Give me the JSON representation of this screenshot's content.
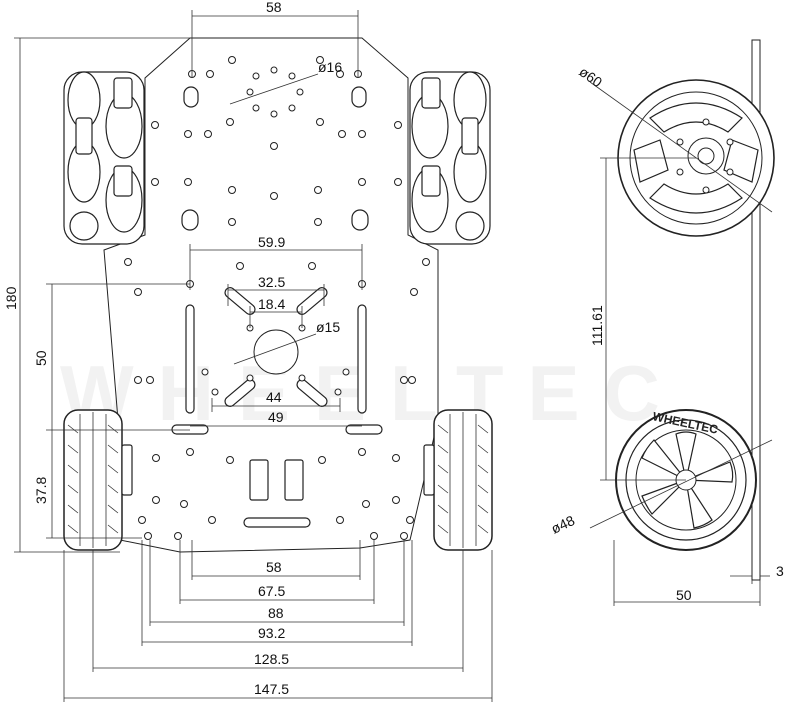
{
  "watermark": "WHEELTEC",
  "wheel_logo": "WHEELTEC",
  "dimensions": {
    "top_width": "58",
    "hole_dia_16": "ø16",
    "overall_height": "180",
    "mid_width_59_9": "59.9",
    "slot_32_5": "32.5",
    "slot_18_4": "18.4",
    "hole_dia_15": "ø15",
    "left_50": "50",
    "width_44": "44",
    "width_49": "49",
    "left_37_8": "37.8",
    "bottom_58": "58",
    "bottom_67_5": "67.5",
    "bottom_88": "88",
    "bottom_93_2": "93.2",
    "bottom_128_5": "128.5",
    "bottom_147_5": "147.5",
    "mecanum_dia": "ø60",
    "side_height": "111.61",
    "rear_wheel_dia": "ø48",
    "side_width": "50",
    "side_thickness": "3"
  }
}
